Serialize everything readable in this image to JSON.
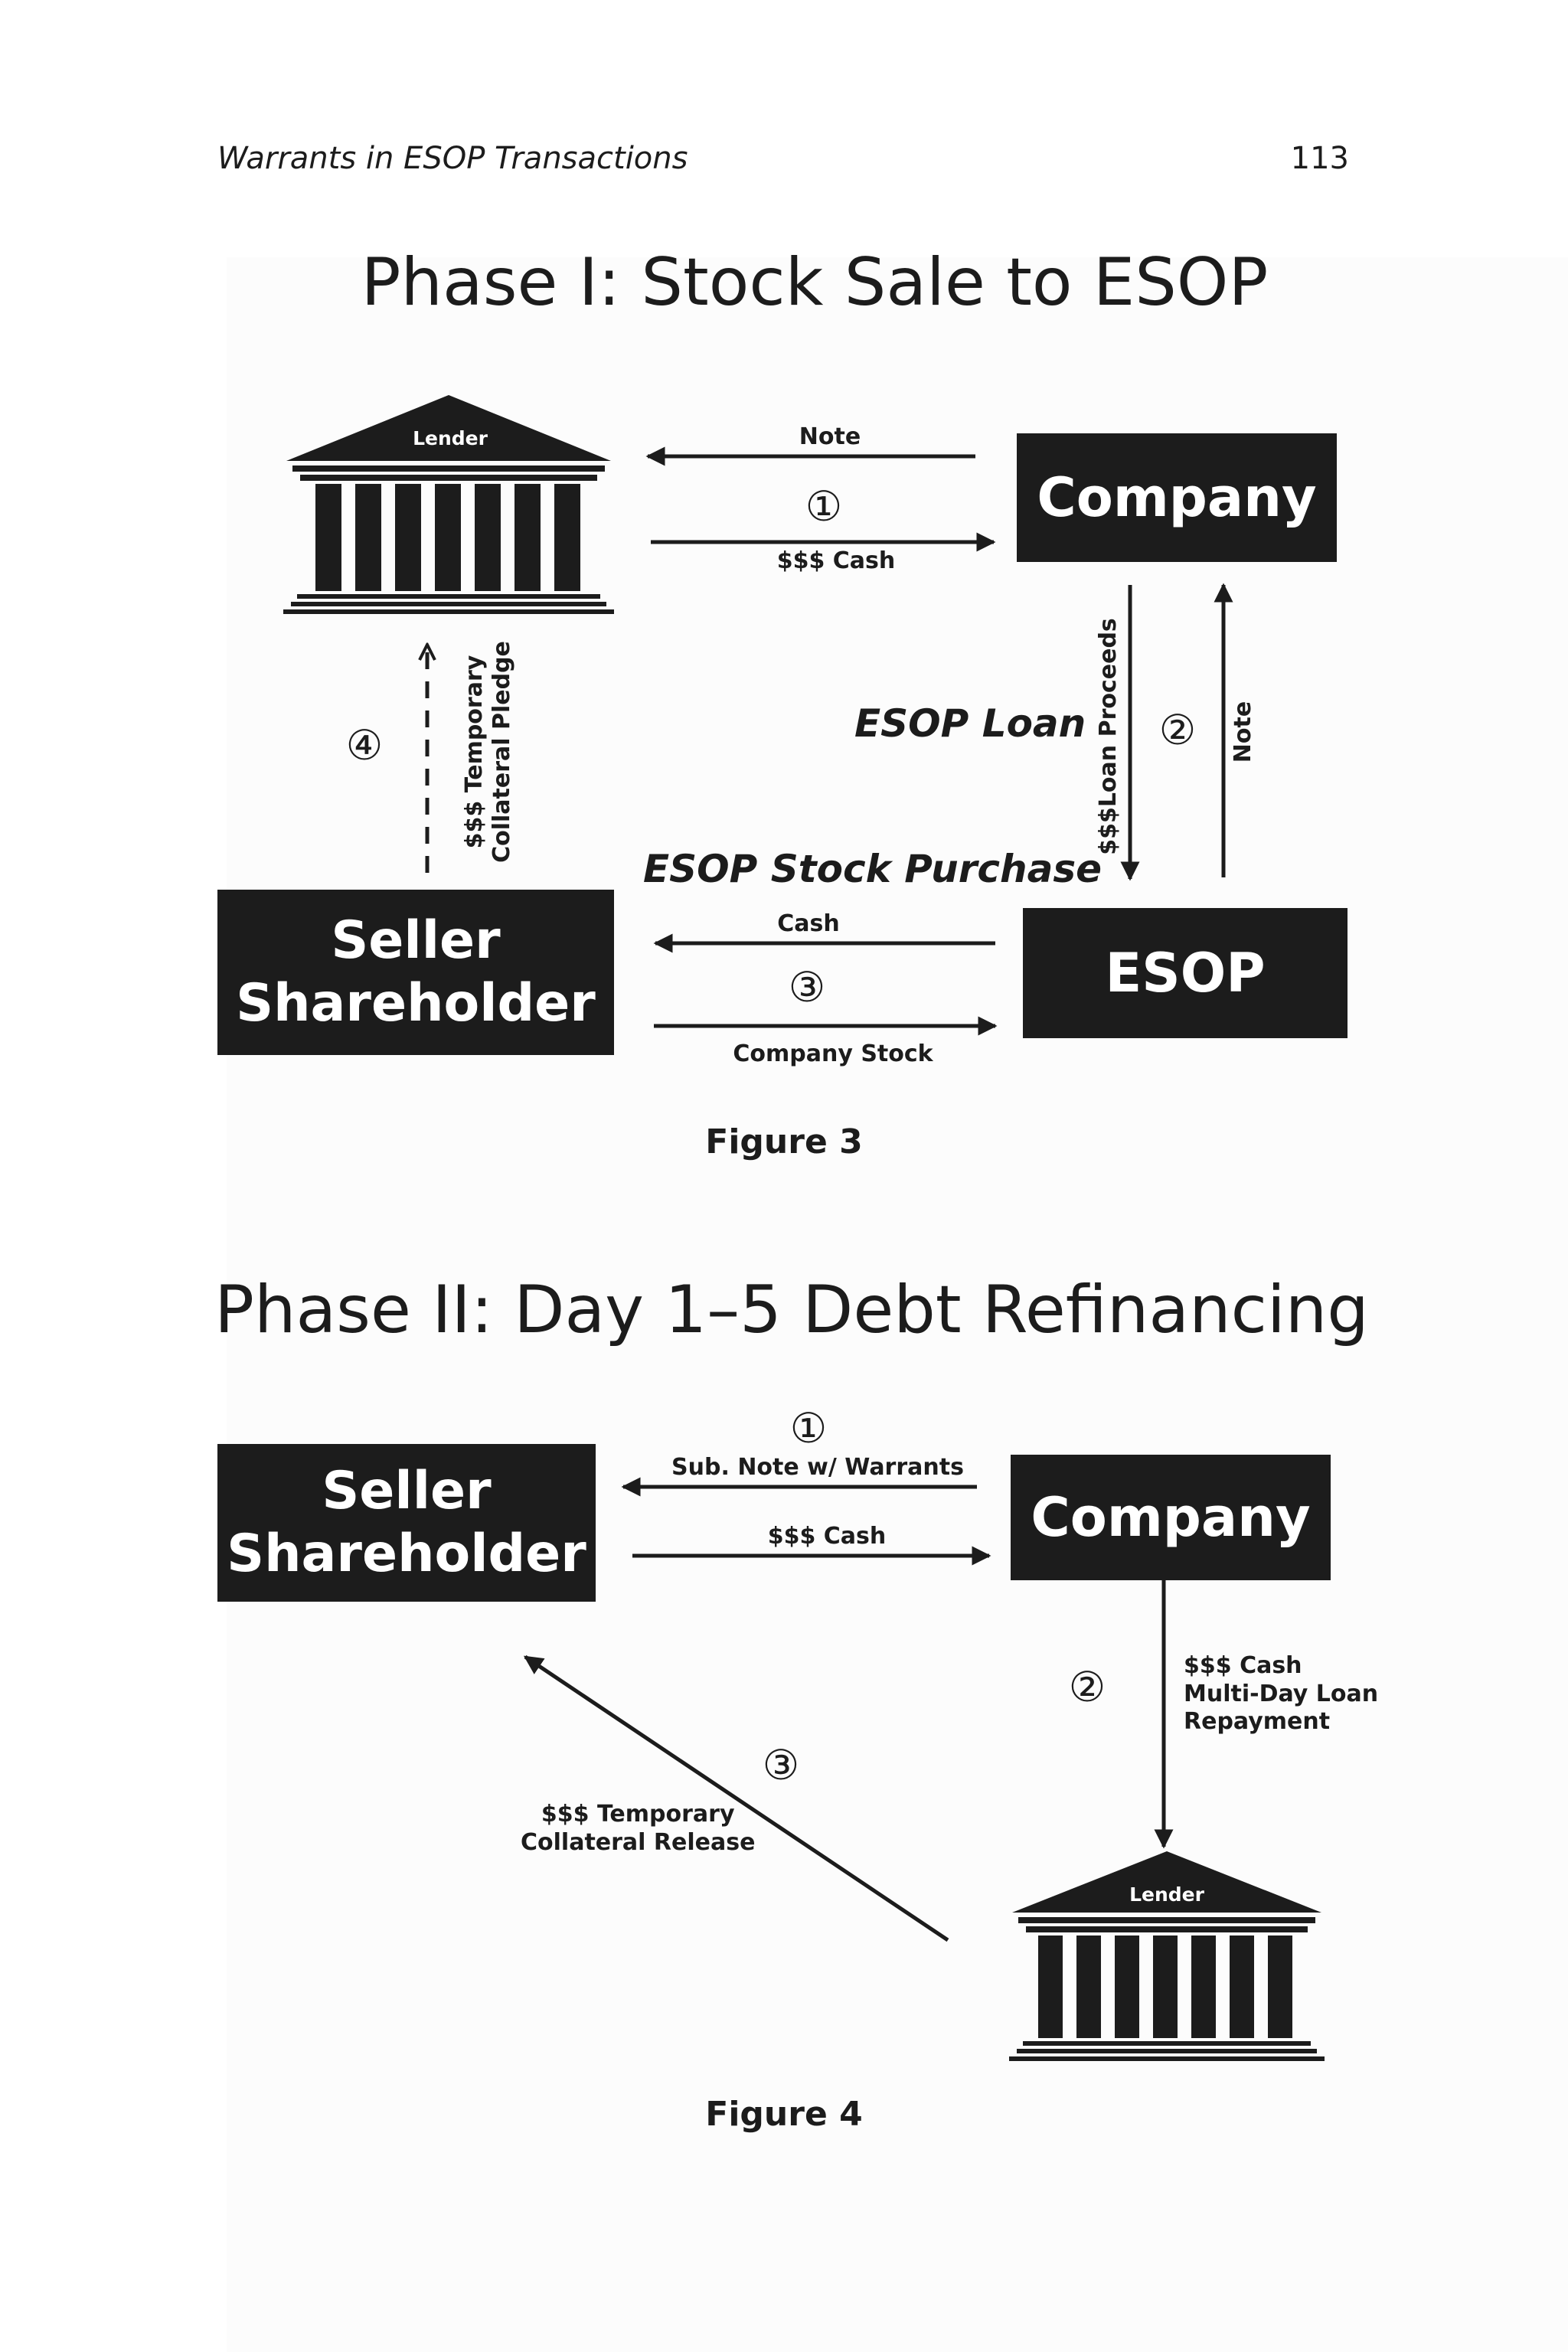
{
  "header": {
    "running_title": "Warrants in ESOP Transactions",
    "page_number": "113"
  },
  "figure3": {
    "title": "Phase I:  Stock Sale to ESOP",
    "lender_label": "Lender",
    "company_label": "Company",
    "esop_label": "ESOP",
    "seller_line1": "Seller",
    "seller_line2": "Shareholder",
    "note_top": "Note",
    "step1": "①",
    "cash_top": "$$$ Cash",
    "esop_loan": "ESOP Loan",
    "loan_proceeds": "$$$Loan Proceeds",
    "step2": "②",
    "note_side": "Note",
    "collateral_line1": "$$$ Temporary",
    "collateral_line2": "Collateral Pledge",
    "step4": "④",
    "esop_stock_purchase": "ESOP Stock Purchase",
    "cash_bottom": "Cash",
    "step3": "③",
    "company_stock": "Company Stock",
    "caption": "Figure 3"
  },
  "figure4": {
    "title": "Phase II: Day 1–5 Debt Refinancing",
    "seller_line1": "Seller",
    "seller_line2": "Shareholder",
    "company_label": "Company",
    "lender_label": "Lender",
    "step1": "①",
    "sub_note": "Sub. Note w/ Warrants",
    "cash": "$$$ Cash",
    "step2": "②",
    "repayment": "$$$ Cash\nMulti-Day Loan\nRepayment",
    "step3": "③",
    "release": "$$$ Temporary\nCollateral Release",
    "caption": "Figure 4"
  }
}
